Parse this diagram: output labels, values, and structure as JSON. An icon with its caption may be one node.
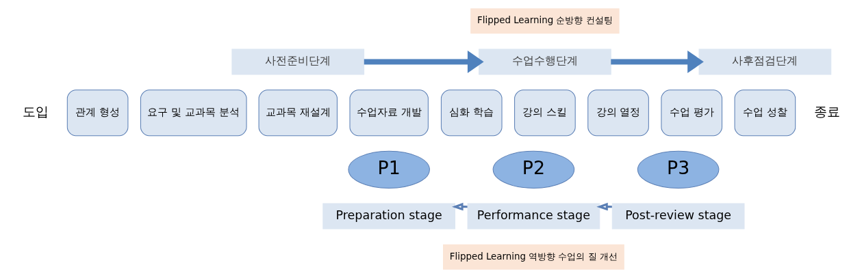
{
  "diagram": {
    "nodes": [
      {
        "text": [
          "사전준비단계"
        ]
      },
      {
        "text": [
          "수업수행단계"
        ]
      },
      {
        "text": [
          "사후점검단계"
        ]
      },
      {
        "text": [
          "관계 형성"
        ]
      },
      {
        "text": [
          "요구 및 교과목 분석"
        ]
      },
      {
        "text": [
          "교과목 재설계"
        ]
      },
      {
        "text": [
          "수업자료 개발"
        ]
      },
      {
        "text": [
          "P1"
        ]
      },
      {
        "text": [
          "심화 학습"
        ]
      },
      {
        "text": [
          "강의 스킬"
        ]
      },
      {
        "text": [
          "강의 열정"
        ]
      },
      {
        "text": [
          "P2"
        ]
      },
      {
        "text": [
          "수업 평가"
        ]
      },
      {
        "text": [
          "수업 성찰"
        ]
      },
      {
        "text": [
          "P3"
        ]
      },
      {
        "text": [
          "Preparation stage"
        ]
      },
      {
        "text": [
          "Performance stage"
        ]
      },
      {
        "text": [
          "Post-review stage"
        ]
      }
    ],
    "edges": [
      {
        "from": 0,
        "to": 1,
        "arrow": "to",
        "style": "thick"
      },
      {
        "from": 1,
        "to": 2,
        "arrow": "to",
        "style": "thick"
      },
      {
        "from": 17,
        "to": 16,
        "arrow": "to"
      },
      {
        "from": 16,
        "to": 15,
        "arrow": "to"
      }
    ],
    "labels": [
      "Flipped Learning 순방향 컨설팅",
      "도입",
      "종료",
      "Flipped Learning 역방향 수업의 질 개선"
    ]
  }
}
